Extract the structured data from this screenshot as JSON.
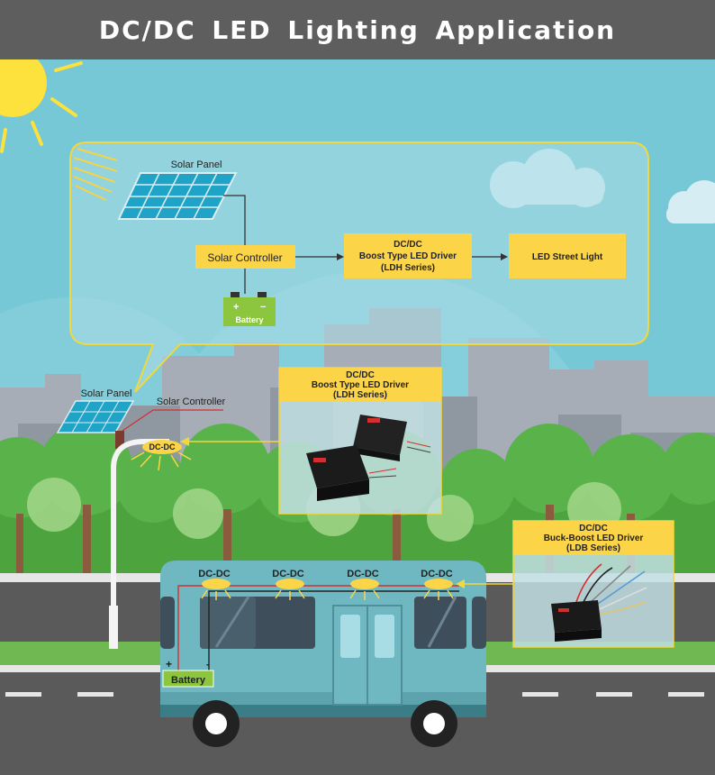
{
  "title": "DC/DC LED Lighting Application",
  "colors": {
    "header": "#5e5e5e",
    "sky": "#76c8d6",
    "label_yellow": "#fcd448",
    "battery_green": "#8cc63f",
    "bus": "#6fb8c2",
    "road": "#5a5a5a",
    "tree": "#5ab24a"
  },
  "flow": {
    "solar_panel": "Solar Panel",
    "solar_controller": "Solar Controller",
    "battery": "Battery",
    "battery_plus": "+",
    "battery_minus": "−",
    "ldh_line1": "DC/DC",
    "ldh_line2": "Boost Type LED Driver",
    "ldh_line3": "(LDH Series)",
    "led_street_light": "LED Street Light"
  },
  "street": {
    "solar_panel": "Solar Panel",
    "solar_controller": "Solar Controller",
    "lamp_label": "DC-DC",
    "ldh_line1": "DC/DC",
    "ldh_line2": "Boost Type LED Driver",
    "ldh_line3": "(LDH Series)"
  },
  "bus": {
    "lamp_labels": [
      "DC-DC",
      "DC-DC",
      "DC-DC",
      "DC-DC"
    ],
    "battery": "Battery",
    "plus": "+",
    "minus": "-",
    "ldb_line1": "DC/DC",
    "ldb_line2": "Buck-Boost LED Driver",
    "ldb_line3": "(LDB Series)"
  },
  "icons": {
    "sun": "sun-icon",
    "cloud": "cloud-icon",
    "tree": "tree-icon",
    "solar_panel": "solar-panel-icon",
    "street_lamp": "street-lamp-icon",
    "led_driver": "led-driver-module-icon",
    "bus": "bus-icon"
  }
}
